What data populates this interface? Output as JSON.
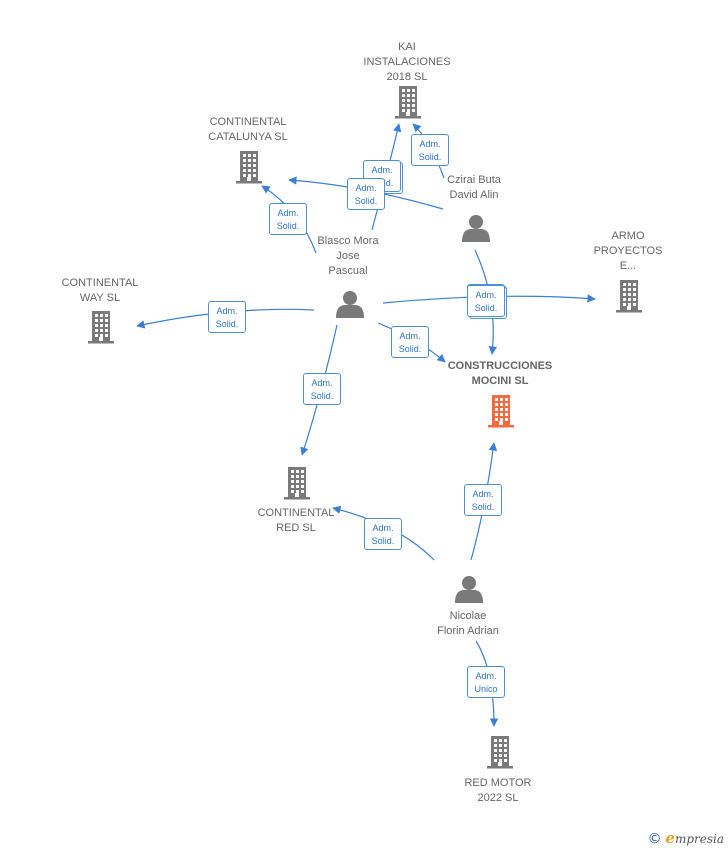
{
  "colors": {
    "edge": "#3a7fd5",
    "node": "#7a7a7a",
    "highlight": "#f26a3d",
    "badge_text": "#2d74c4"
  },
  "nodes": [
    {
      "id": "kai",
      "type": "company",
      "label": "KAI\nINSTALACIONES\n2018  SL",
      "highlight": false
    },
    {
      "id": "catalunya",
      "type": "company",
      "label": "CONTINENTAL\nCATALUNYA  SL",
      "highlight": false
    },
    {
      "id": "way",
      "type": "company",
      "label": "CONTINENTAL\nWAY  SL",
      "highlight": false
    },
    {
      "id": "armo",
      "type": "company",
      "label": "ARMO\nPROYECTOS\nE...",
      "highlight": false
    },
    {
      "id": "mocini",
      "type": "company",
      "label": "CONSTRUCCIONES\nMOCINI  SL",
      "highlight": true
    },
    {
      "id": "red",
      "type": "company",
      "label": "CONTINENTAL\nRED  SL",
      "highlight": false
    },
    {
      "id": "redmotor",
      "type": "company",
      "label": "RED MOTOR\n2022  SL",
      "highlight": false
    },
    {
      "id": "czirai",
      "type": "person",
      "label": "Czirai Buta\nDavid Alin"
    },
    {
      "id": "blasco",
      "type": "person",
      "label": "Blasco Mora\nJose\nPascual"
    },
    {
      "id": "nicolae",
      "type": "person",
      "label": "Nicolae\nFlorin Adrian"
    }
  ],
  "edges": [
    {
      "from": "blasco",
      "to": "kai",
      "label": "Adm.\nSolid."
    },
    {
      "from": "czirai",
      "to": "kai",
      "label": "Adm.\nSolid."
    },
    {
      "from": "czirai",
      "to": "catalunya",
      "label": "Adm.\nSolid."
    },
    {
      "from": "blasco",
      "to": "catalunya",
      "label": "Adm.\nSolid."
    },
    {
      "from": "blasco",
      "to": "way",
      "label": "Adm.\nSolid."
    },
    {
      "from": "blasco",
      "to": "armo",
      "label": "Adm.\nSolid."
    },
    {
      "from": "czirai",
      "to": "mocini",
      "label": "Adm.\nSolid."
    },
    {
      "from": "blasco",
      "to": "mocini",
      "label": "Adm.\nSolid."
    },
    {
      "from": "blasco",
      "to": "red",
      "label": "Adm.\nSolid."
    },
    {
      "from": "nicolae",
      "to": "red",
      "label": "Adm.\nSolid."
    },
    {
      "from": "nicolae",
      "to": "mocini",
      "label": "Adm.\nSolid."
    },
    {
      "from": "nicolae",
      "to": "redmotor",
      "label": "Adm.\nUnico"
    }
  ],
  "footer": {
    "copyright": "©",
    "brand_initial": "e",
    "brand_rest": "mpresia"
  }
}
